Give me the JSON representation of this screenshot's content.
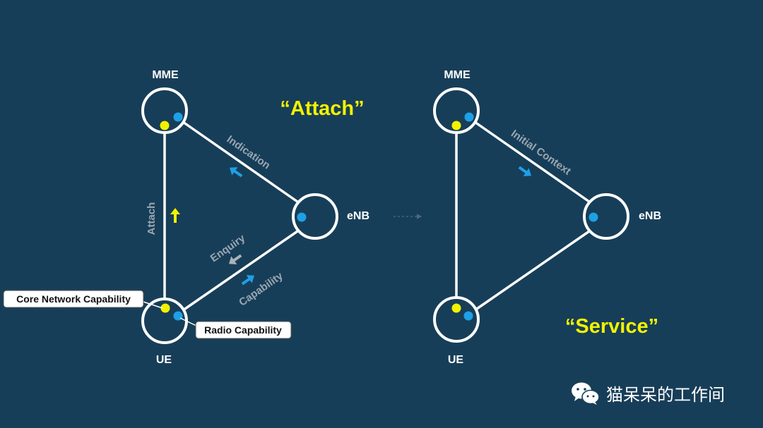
{
  "attach_diagram": {
    "title": "“Attach”",
    "nodes": {
      "mme": "MME",
      "enb": "eNB",
      "ue": "UE"
    },
    "edge_labels": {
      "attach": "Attach",
      "indication": "Indication",
      "enquiry": "Enquiry",
      "capability": "Capability"
    },
    "callouts": {
      "core_network": "Core Network Capability",
      "radio": "Radio Capability"
    }
  },
  "service_diagram": {
    "title": "“Service”",
    "nodes": {
      "mme": "MME",
      "enb": "eNB",
      "ue": "UE"
    },
    "edge_labels": {
      "initial_context": "Initial Context"
    }
  },
  "watermark": {
    "text": "猫呆呆的工作间",
    "icon": "wechat-icon"
  },
  "colors": {
    "background": "#173e58",
    "core_network_dot": "#f2f200",
    "radio_dot": "#1ea0e6",
    "arrow_yellow": "#f2f200",
    "arrow_blue": "#1ea0e6",
    "arrow_gray": "#a9b3ba"
  }
}
